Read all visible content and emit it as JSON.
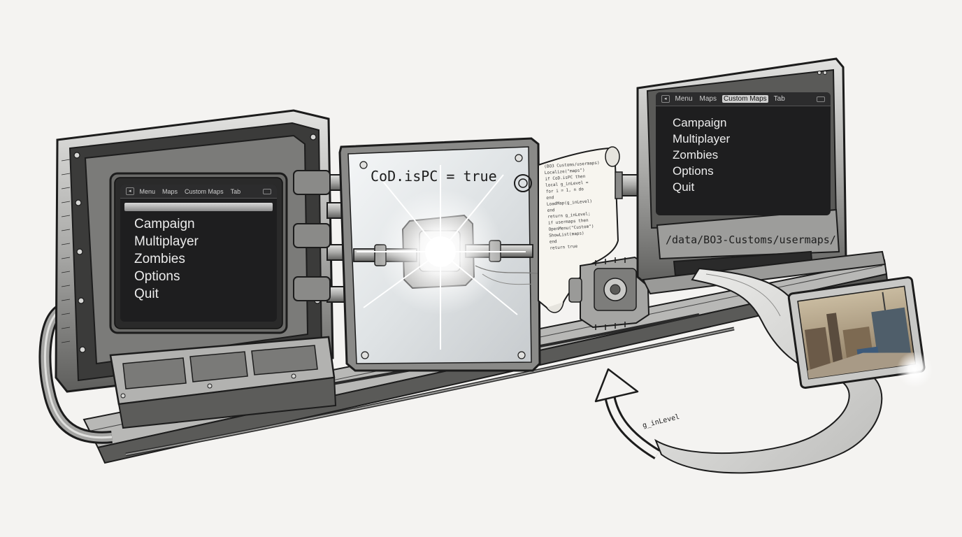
{
  "left_console": {
    "tabs": [
      "Menu",
      "Maps",
      "Custom Maps",
      "Tab"
    ],
    "active_tab": "Custom Maps",
    "menu_items": [
      "Campaign",
      "Multiplayer",
      "Zombies",
      "Options",
      "Quit"
    ]
  },
  "glass_panel": {
    "code": "CoD.isPC = true"
  },
  "code_scroll": {
    "lines": [
      "(BO3 Customs/usermaps)",
      "Localize(\"maps\")",
      "if CoD.isPC then",
      "  local g_inLevel =",
      "  for i = 1, n do",
      "  end",
      "  LoadMap(g_inLevel)",
      "end",
      "return g_inLevel;",
      "if usermaps then",
      "  OpenMenu(\"Custom\")",
      "  ShowList(maps)",
      "end",
      "return true"
    ]
  },
  "right_monitor": {
    "tabs": [
      "Menu",
      "Maps",
      "Custom Maps",
      "Tab"
    ],
    "active_tab": "Custom Maps",
    "menu_items": [
      "Campaign",
      "Multiplayer",
      "Zombies",
      "Options",
      "Quit"
    ],
    "path": "/data/BO3-Customs/usermaps/"
  },
  "arrow": {
    "label": "g_inLevel"
  },
  "colors": {
    "ink": "#1c1c1c",
    "metal_light": "#d8d8d6",
    "metal_mid": "#9a9a98",
    "metal_dark": "#4a4a4a",
    "screen": "#1e1e1f",
    "glass": "#e9ecee",
    "paper": "#f7f5ef"
  }
}
